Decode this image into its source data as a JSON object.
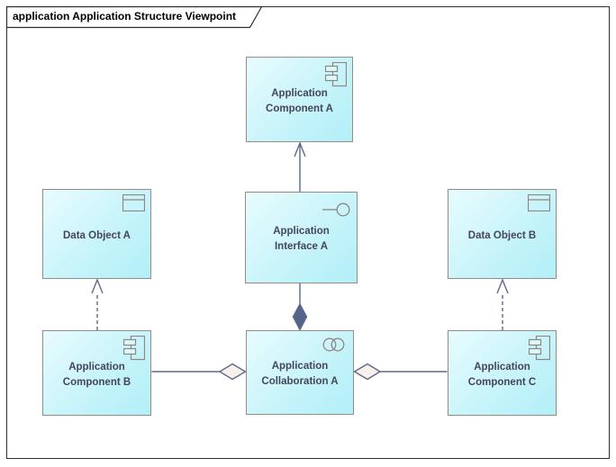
{
  "diagram": {
    "title": "application Application Structure Viewpoint",
    "nodes": [
      {
        "label": "Application Component A",
        "type": "application-component"
      },
      {
        "label": "Data Object A",
        "type": "data-object"
      },
      {
        "label": "Application Interface A",
        "type": "application-interface"
      },
      {
        "label": "Data Object B",
        "type": "data-object"
      },
      {
        "label": "Application Component B",
        "type": "application-component"
      },
      {
        "label": "Application Collaboration A",
        "type": "application-collaboration"
      },
      {
        "label": "Application Component C",
        "type": "application-component"
      }
    ],
    "relationships": [
      {
        "type": "serving",
        "from": "Application Interface A",
        "to": "Application Component A",
        "style": "solid-line-open-arrow"
      },
      {
        "type": "composition",
        "from": "Application Collaboration A",
        "to": "Application Interface A",
        "style": "solid-line-filled-diamond"
      },
      {
        "type": "aggregation",
        "from": "Application Collaboration A",
        "to": "Application Component B",
        "style": "solid-line-hollow-diamond"
      },
      {
        "type": "aggregation",
        "from": "Application Collaboration A",
        "to": "Application Component C",
        "style": "solid-line-hollow-diamond"
      },
      {
        "type": "access",
        "from": "Application Component B",
        "to": "Data Object A",
        "style": "dashed-line-open-arrow"
      },
      {
        "type": "access",
        "from": "Application Component C",
        "to": "Data Object B",
        "style": "dashed-line-open-arrow"
      }
    ],
    "colors": {
      "node_fill": "#c7f4fa",
      "node_border": "#958b85",
      "connector": "#5d6a8c",
      "composition_diamond_fill": "#55628a",
      "aggregation_diamond_fill": "#f8f0ea",
      "label_text": "#45455e",
      "frame_border": "#2e2e2e",
      "title_text": "#000000"
    }
  }
}
